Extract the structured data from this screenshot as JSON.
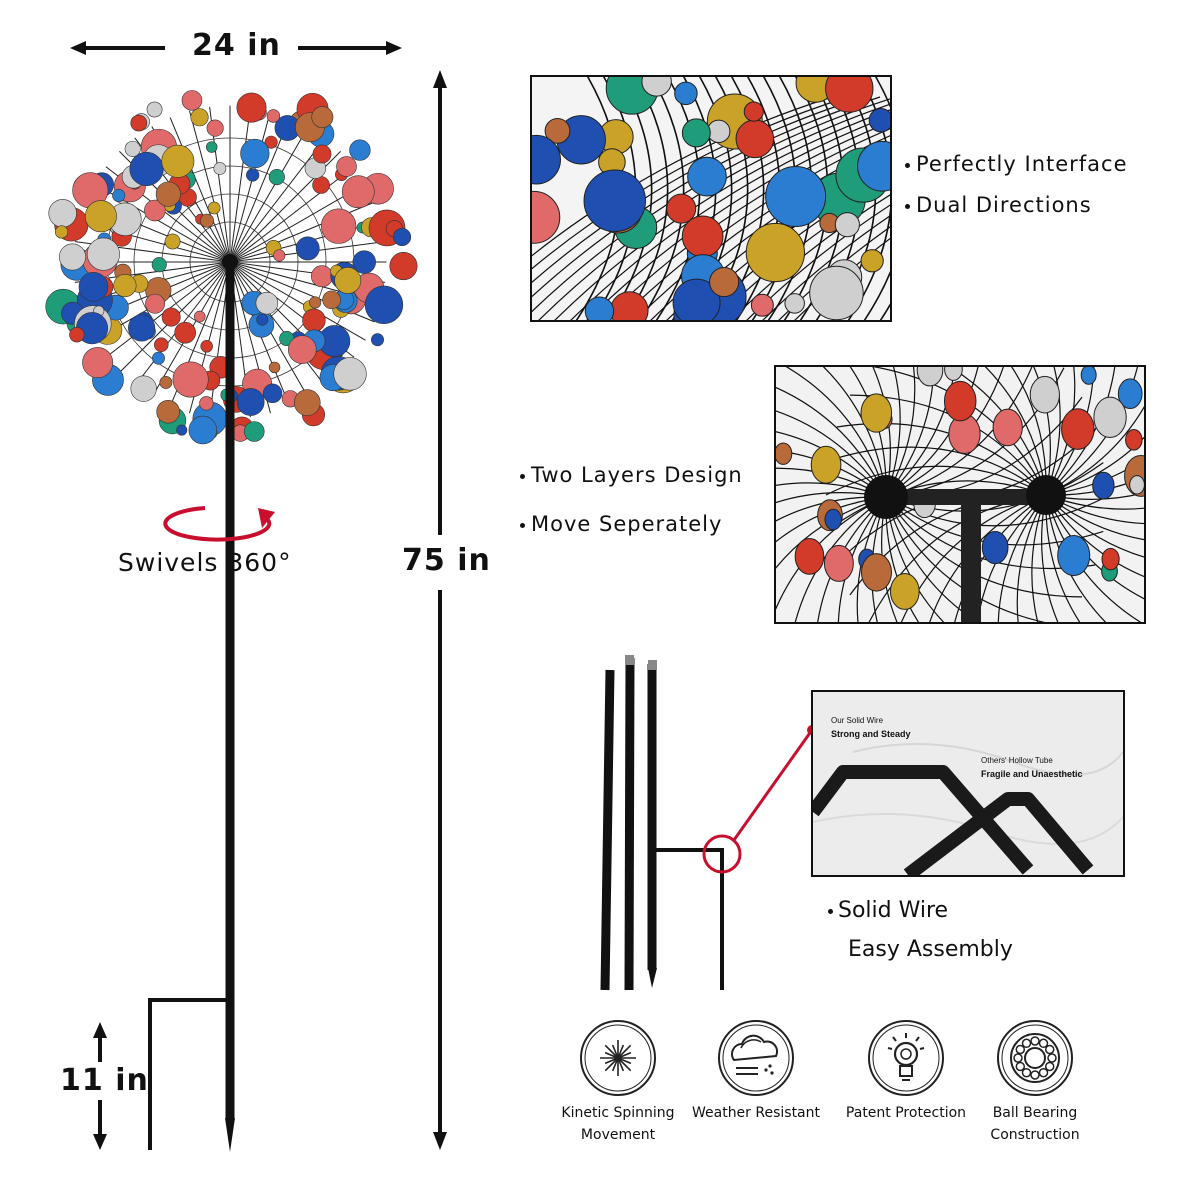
{
  "dimensions": {
    "width_label": "24 in",
    "height_label": "75 in",
    "stake_label": "11 in",
    "swivel_label": "Swivels 360°"
  },
  "feature_groups": [
    {
      "bullets": [
        "Perfectly Interface",
        "Dual Directions"
      ]
    },
    {
      "bullets": [
        "Two Layers Design",
        "Move Seperately"
      ]
    },
    {
      "bullets": [
        "Solid Wire",
        "Easy Assembly"
      ]
    }
  ],
  "wire_callout": {
    "ours_title": "Our Solid Wire",
    "ours_desc": "Strong and Steady",
    "others_title": "Others' Hollow Tube",
    "others_desc": "Fragile and Unaesthetic"
  },
  "icons": [
    {
      "icon": "starburst-icon",
      "label_line1": "Kinetic Spinning",
      "label_line2": "Movement"
    },
    {
      "icon": "cloud-weather-icon",
      "label_line1": "Weather Resistant",
      "label_line2": ""
    },
    {
      "icon": "lightbulb-icon",
      "label_line1": "Patent Protection",
      "label_line2": ""
    },
    {
      "icon": "ball-bearing-icon",
      "label_line1": "Ball Bearing",
      "label_line2": "Construction"
    }
  ],
  "colors": {
    "accent_red": "#c8102e",
    "line": "#111111",
    "disc_palette": [
      "#1f4fb0",
      "#d23a2a",
      "#c9a227",
      "#1f9c7a",
      "#b86a3a",
      "#e06a6a",
      "#cfcfcf",
      "#2a7dd1"
    ]
  }
}
